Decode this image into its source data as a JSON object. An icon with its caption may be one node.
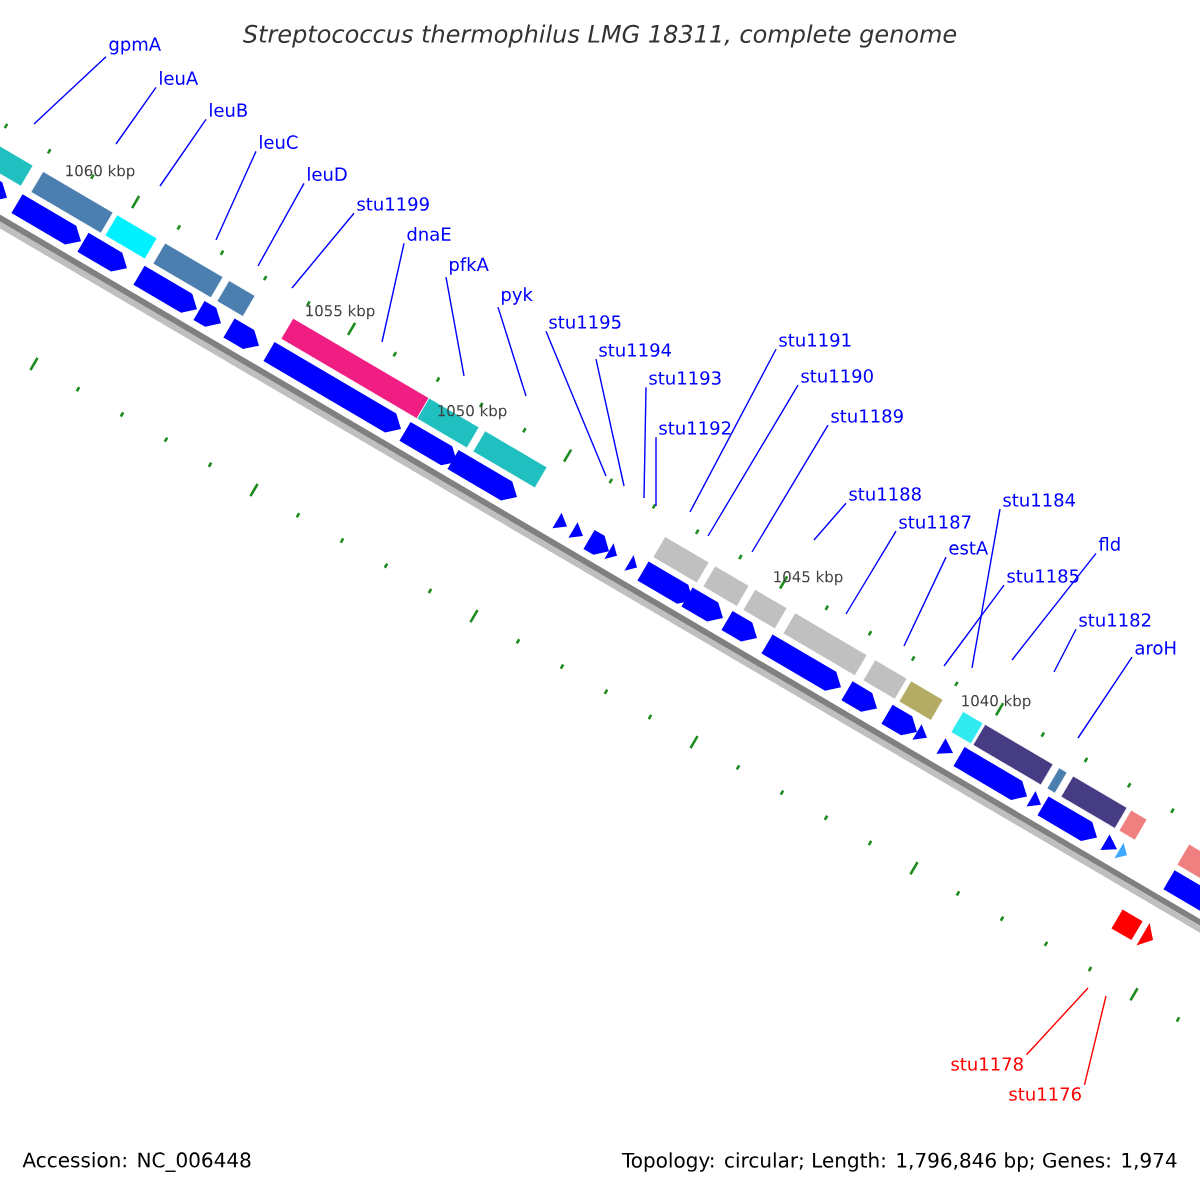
{
  "diagram": {
    "title": "Streptococcus thermophilus LMG 18311, complete genome",
    "nodes": [
      {
        "text": [
          "gpmA"
        ]
      },
      {
        "text": [
          "leuA"
        ]
      },
      {
        "text": [
          "leuB"
        ]
      },
      {
        "text": [
          "leuC"
        ]
      },
      {
        "text": [
          "leuD"
        ]
      },
      {
        "text": [
          "stu1199"
        ]
      },
      {
        "text": [
          "dnaE"
        ]
      },
      {
        "text": [
          "pfkA"
        ]
      },
      {
        "text": [
          "pyk"
        ]
      },
      {
        "text": [
          "stu1195"
        ]
      },
      {
        "text": [
          "stu1194"
        ]
      },
      {
        "text": [
          "stu1193"
        ]
      },
      {
        "text": [
          "stu1192"
        ]
      },
      {
        "text": [
          "stu1191"
        ]
      },
      {
        "text": [
          "stu1190"
        ]
      },
      {
        "text": [
          "stu1189"
        ]
      },
      {
        "text": [
          "stu1188"
        ]
      },
      {
        "text": [
          "stu1187"
        ]
      },
      {
        "text": [
          "estA"
        ]
      },
      {
        "text": [
          "stu1185"
        ]
      },
      {
        "text": [
          "stu1184"
        ]
      },
      {
        "text": [
          "fld"
        ]
      },
      {
        "text": [
          "stu1182"
        ]
      },
      {
        "text": [
          "aroH"
        ]
      },
      {
        "text": [
          "stu1178"
        ]
      },
      {
        "text": [
          "stu1176"
        ]
      }
    ],
    "edges": [
      {
        "from": 0,
        "to": null,
        "arrow": "none"
      },
      {
        "from": 1,
        "to": null,
        "arrow": "none"
      },
      {
        "from": 2,
        "to": null,
        "arrow": "none"
      },
      {
        "from": 3,
        "to": null,
        "arrow": "none"
      },
      {
        "from": 4,
        "to": null,
        "arrow": "none"
      },
      {
        "from": 5,
        "to": null,
        "arrow": "none"
      },
      {
        "from": 6,
        "to": null,
        "arrow": "none"
      },
      {
        "from": 7,
        "to": null,
        "arrow": "none"
      },
      {
        "from": 8,
        "to": null,
        "arrow": "none"
      },
      {
        "from": 9,
        "to": null,
        "arrow": "none"
      },
      {
        "from": 10,
        "to": null,
        "arrow": "none"
      },
      {
        "from": 11,
        "to": null,
        "arrow": "none"
      },
      {
        "from": 12,
        "to": null,
        "arrow": "none"
      },
      {
        "from": 13,
        "to": null,
        "arrow": "none"
      },
      {
        "from": 14,
        "to": null,
        "arrow": "none"
      },
      {
        "from": 15,
        "to": null,
        "arrow": "none"
      },
      {
        "from": 16,
        "to": null,
        "arrow": "none"
      },
      {
        "from": 17,
        "to": null,
        "arrow": "none"
      },
      {
        "from": 18,
        "to": null,
        "arrow": "none"
      },
      {
        "from": 19,
        "to": null,
        "arrow": "none"
      },
      {
        "from": 20,
        "to": null,
        "arrow": "none"
      },
      {
        "from": 21,
        "to": null,
        "arrow": "none"
      },
      {
        "from": 22,
        "to": null,
        "arrow": "none"
      },
      {
        "from": 23,
        "to": null,
        "arrow": "none"
      },
      {
        "from": 24,
        "to": null,
        "arrow": "none",
        "color": "#ff0000"
      },
      {
        "from": 25,
        "to": null,
        "arrow": "none",
        "color": "#ff0000"
      }
    ],
    "labels": [
      "1060 kbp",
      "1055 kbp",
      "1050 kbp",
      "1045 kbp",
      "1040 kbp",
      "Accession: NC_006448",
      "Topology: circular; Length: 1,796,846 bp; Genes: 1,974"
    ]
  }
}
